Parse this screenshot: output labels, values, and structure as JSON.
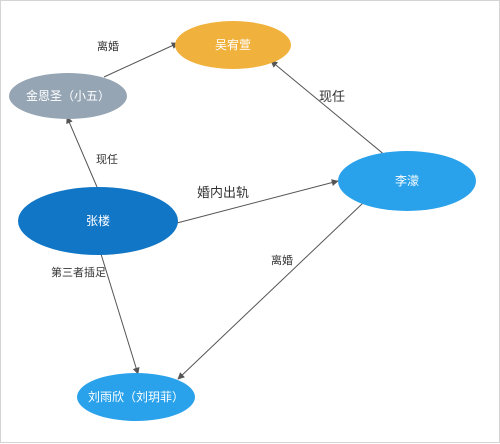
{
  "nodes": {
    "wu": {
      "label": "吴宥萱",
      "color": "#F1B23D"
    },
    "jin": {
      "label": "金恩圣（小五）",
      "color": "#95A5B4"
    },
    "zhang": {
      "label": "张楼",
      "color": "#1176C6"
    },
    "li": {
      "label": "李濛",
      "color": "#2AA2EB"
    },
    "liu": {
      "label": "刘雨欣（刘玥菲）",
      "color": "#2AA2EB"
    }
  },
  "edges": {
    "jin_wu": "离婚",
    "li_wu": "现任",
    "zhang_jin": "现任",
    "zhang_li": "婚内出轨",
    "li_liu": "离婚",
    "zhang_liu": "第三者插足"
  },
  "colors": {
    "edge": "#555555"
  }
}
